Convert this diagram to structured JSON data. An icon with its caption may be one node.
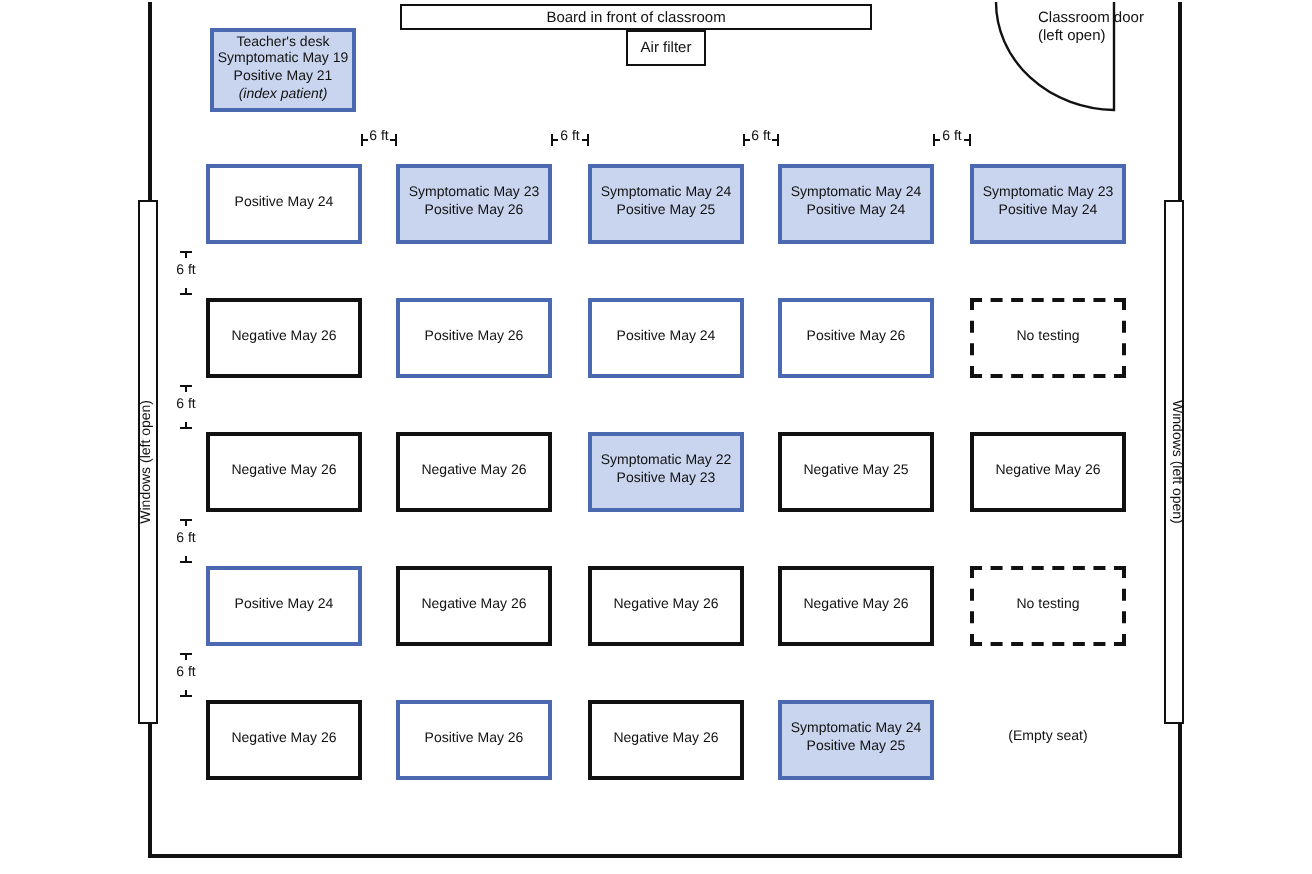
{
  "diagram": {
    "nodes": [
      {
        "text": [
          "Board in front of classroom"
        ]
      },
      {
        "text": [
          "Classroom door",
          "(left open)"
        ]
      },
      {
        "text": [
          "Teacher's desk",
          "Symptomatic May 19",
          "Positive May 21",
          "*(index patient)*"
        ]
      },
      {
        "text": [
          "Air filter"
        ]
      },
      {
        "text": [
          "Positive May 24"
        ]
      },
      {
        "text": [
          "Symptomatic May 23",
          "Positive May 26"
        ]
      },
      {
        "text": [
          "Symptomatic May 24",
          "Positive May 25"
        ]
      },
      {
        "text": [
          "Symptomatic May 24",
          "Positive May 24"
        ]
      },
      {
        "text": [
          "Symptomatic May 23",
          "Positive May 24"
        ]
      },
      {
        "text": [
          "Negative May 26"
        ]
      },
      {
        "text": [
          "Positive May 26"
        ]
      },
      {
        "text": [
          "Positive May 24"
        ]
      },
      {
        "text": [
          "Positive May 26"
        ]
      },
      {
        "text": [
          "No testing"
        ]
      },
      {
        "text": [
          "Negative May 26"
        ]
      },
      {
        "text": [
          "Negative May 26"
        ]
      },
      {
        "text": [
          "Symptomatic May 22",
          "Positive May 23"
        ]
      },
      {
        "text": [
          "Negative May 25"
        ]
      },
      {
        "text": [
          "Negative May 26"
        ]
      },
      {
        "text": [
          "Positive May 24"
        ]
      },
      {
        "text": [
          "Negative May 26"
        ]
      },
      {
        "text": [
          "Negative May 26"
        ]
      },
      {
        "text": [
          "Negative May 26"
        ]
      },
      {
        "text": [
          "No testing"
        ]
      },
      {
        "text": [
          "Negative May 26"
        ]
      },
      {
        "text": [
          "Positive May 26"
        ]
      },
      {
        "text": [
          "Negative May 26"
        ]
      },
      {
        "text": [
          "Symptomatic May 24",
          "Positive May 25"
        ]
      },
      {
        "text": [
          "Windows (left open)"
        ]
      },
      {
        "text": [
          "Windows (left open)"
        ]
      }
    ],
    "labels": [
      "6 ft",
      "6 ft",
      "6 ft",
      "6 ft",
      "6 ft",
      "6 ft",
      "6 ft",
      "6 ft",
      "(Empty seat)"
    ]
  }
}
